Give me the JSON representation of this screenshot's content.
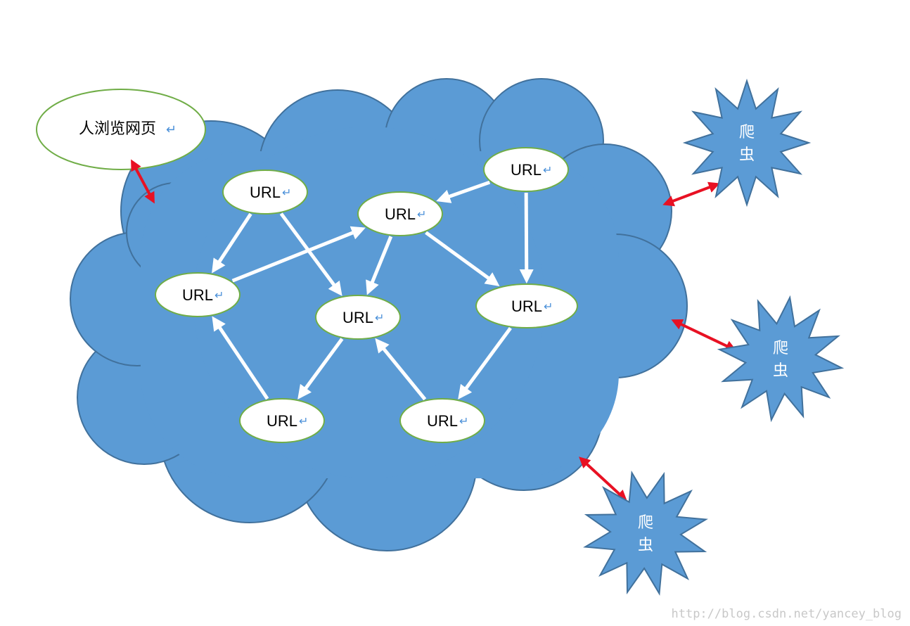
{
  "human_node": {
    "label": "人浏览网页",
    "return_mark": "↵"
  },
  "url_nodes": [
    {
      "id": "n1",
      "label": "URL",
      "return_mark": "↵"
    },
    {
      "id": "n2",
      "label": "URL",
      "return_mark": "↵"
    },
    {
      "id": "n3",
      "label": "URL",
      "return_mark": "↵"
    },
    {
      "id": "n4",
      "label": "URL",
      "return_mark": "↵"
    },
    {
      "id": "n5",
      "label": "URL",
      "return_mark": "↵"
    },
    {
      "id": "n6",
      "label": "URL",
      "return_mark": "↵"
    },
    {
      "id": "n7",
      "label": "URL",
      "return_mark": "↵"
    },
    {
      "id": "n8",
      "label": "URL",
      "return_mark": "↵"
    }
  ],
  "links": [
    {
      "from": "n1",
      "to": "n4"
    },
    {
      "from": "n1",
      "to": "n5"
    },
    {
      "from": "n4",
      "to": "n2"
    },
    {
      "from": "n3",
      "to": "n2"
    },
    {
      "from": "n3",
      "to": "n6"
    },
    {
      "from": "n2",
      "to": "n5"
    },
    {
      "from": "n2",
      "to": "n6"
    },
    {
      "from": "n5",
      "to": "n7"
    },
    {
      "from": "n7",
      "to": "n4"
    },
    {
      "from": "n8",
      "to": "n5"
    },
    {
      "from": "n6",
      "to": "n8"
    }
  ],
  "crawlers": [
    {
      "id": "c1",
      "line1": "爬",
      "line2": "虫"
    },
    {
      "id": "c2",
      "line1": "爬",
      "line2": "虫"
    },
    {
      "id": "c3",
      "line1": "爬",
      "line2": "虫"
    }
  ],
  "watermark": "http://blog.csdn.net/yancey_blog",
  "colors": {
    "cloud_fill": "#5b9bd5",
    "cloud_stroke": "#41719c",
    "node_fill": "#ffffff",
    "node_stroke": "#70ad47",
    "link_arrow": "#ffffff",
    "access_arrow": "#e81123",
    "return_mark": "#4a90d9",
    "crawler_fill": "#5b9bd5",
    "crawler_stroke": "#41719c",
    "crawler_text": "#ffffff",
    "watermark": "#c8c8c8"
  }
}
